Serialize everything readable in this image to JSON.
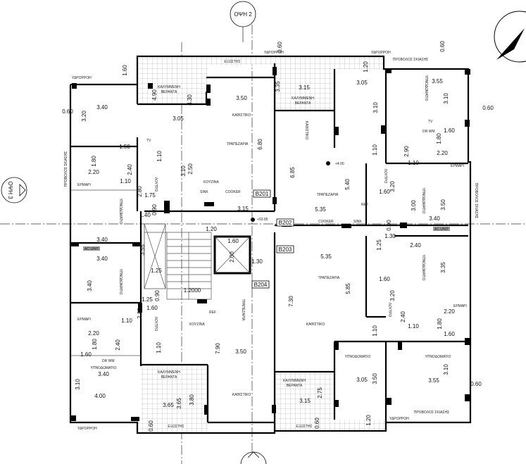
{
  "views": {
    "north": "ΟΨΗ 2",
    "west": "ΟΨΗ 3"
  },
  "rooms": {
    "living": "ΚΑΘΙΣΤΙΚΟ",
    "dining": "ΤΡΑΠΕΖΑΡΙΑ",
    "kitchen": "ΚΟΥΖΙΝΑ",
    "bedroom": "ΥΠΝΟΔΩΜΑΤΙΟ",
    "bathroom": "ΛΟΥΤΡΟ",
    "veranda_1": "ΚΑΛΥΜΜΕΝΗ",
    "veranda_2": "ΒΕΡΑΝΤΑ",
    "balcony": "ΕΞΩΣΤΗΣ",
    "canopy": "ΠΡΟΒΟΛΟΣ ΣΚΙΑΣΗΣ"
  },
  "units": [
    "B201",
    "B202",
    "B203",
    "B204"
  ],
  "levels": [
    "+93.95",
    "+4.00"
  ],
  "fixtures": {
    "ac": "AC UNIT",
    "tv": "TV",
    "ref": "REF",
    "sink": "SINK",
    "cooker": "COOKER",
    "wardrobe": "ΕΡΜΑΡΙ",
    "downpipe": "ΥΔΡΟΡΡΟΗ",
    "drwm": "DR WM"
  },
  "dimensions": [
    "3.40",
    "3.20",
    "4.90",
    "4.30",
    "3.05",
    "3.50",
    "6.80",
    "1.50",
    "1.80",
    "2.20",
    "2.40",
    "1.10",
    "1.10",
    "2.50",
    "3.10",
    "2.80",
    "1.75",
    "1.40",
    "0.90",
    "3.15",
    "1.60",
    "0.60",
    "0.60",
    "0.60",
    "1.20",
    "3.35",
    "3.15",
    "3.05",
    "3.10",
    "6.85",
    "5.40",
    "5.35",
    "1.10",
    "3.55",
    "3.10",
    "0.60",
    "1.60",
    "1.80",
    "2.20",
    "2.90",
    "1.10",
    "3.20",
    "1.60",
    "3.00",
    "3.50",
    "3.40",
    "1.20",
    "1.60",
    "2.00",
    "1.30",
    "3.55",
    "1.25",
    "1.2000",
    "1.25",
    "0.90",
    "5.35",
    "5.85",
    "7.30",
    "1.10",
    "1.30",
    "1.25",
    "0.90",
    "2.40",
    "3.35",
    "1.60",
    "3.20",
    "2.40",
    "1.10",
    "1.80",
    "2.20",
    "1.60",
    "3.40",
    "3.40",
    "3.40",
    "2.80",
    "1.60",
    "1.10",
    "2.20",
    "1.80",
    "1.60",
    "2.40",
    "1.10",
    "7.90",
    "3.50",
    "3.40",
    "3.10",
    "4.00",
    "3.65",
    "3.65",
    "3.80",
    "0.60",
    "3.05",
    "3.50",
    "3.55",
    "3.10",
    "0.60",
    "2.75",
    "3.15",
    "1.20",
    "0.60"
  ]
}
